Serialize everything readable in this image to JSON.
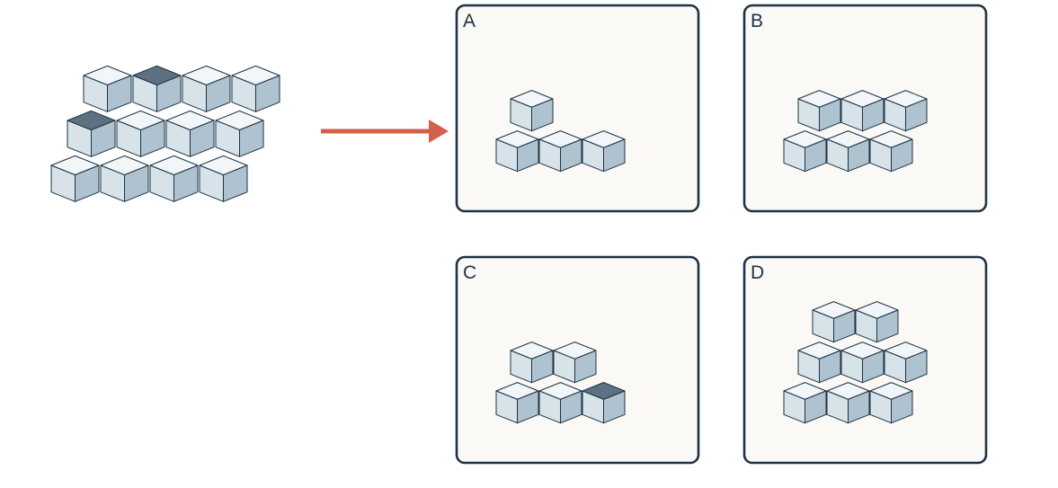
{
  "colors": {
    "panel_border": "#1e3244",
    "panel_fill": "#faf9f6",
    "cube_stroke": "#1e3244",
    "cube_top": "#f3f6f8",
    "cube_left": "#d7e3e8",
    "cube_right": "#aec3cf",
    "cube_top_dark": "#5e7182",
    "arrow": "#d2604b"
  },
  "source": {
    "rows": [
      [
        "plain",
        "dark",
        "plain",
        "plain"
      ],
      [
        "dark",
        "plain",
        "plain",
        "plain"
      ],
      [
        "plain",
        "plain",
        "plain",
        "plain"
      ]
    ]
  },
  "options": [
    {
      "label": "A",
      "rows": [
        [
          "plain"
        ],
        [
          "plain",
          "plain",
          "plain"
        ]
      ]
    },
    {
      "label": "B",
      "rows": [
        [
          "plain",
          "plain",
          "plain"
        ],
        [
          "plain",
          "plain",
          "plain"
        ]
      ]
    },
    {
      "label": "C",
      "rows": [
        [
          "plain",
          "plain"
        ],
        [
          "plain",
          "plain",
          "dark"
        ]
      ]
    },
    {
      "label": "D",
      "rows": [
        [
          "plain",
          "plain"
        ],
        [
          "plain",
          "plain",
          "plain"
        ],
        [
          "plain",
          "plain",
          "plain"
        ]
      ]
    }
  ]
}
